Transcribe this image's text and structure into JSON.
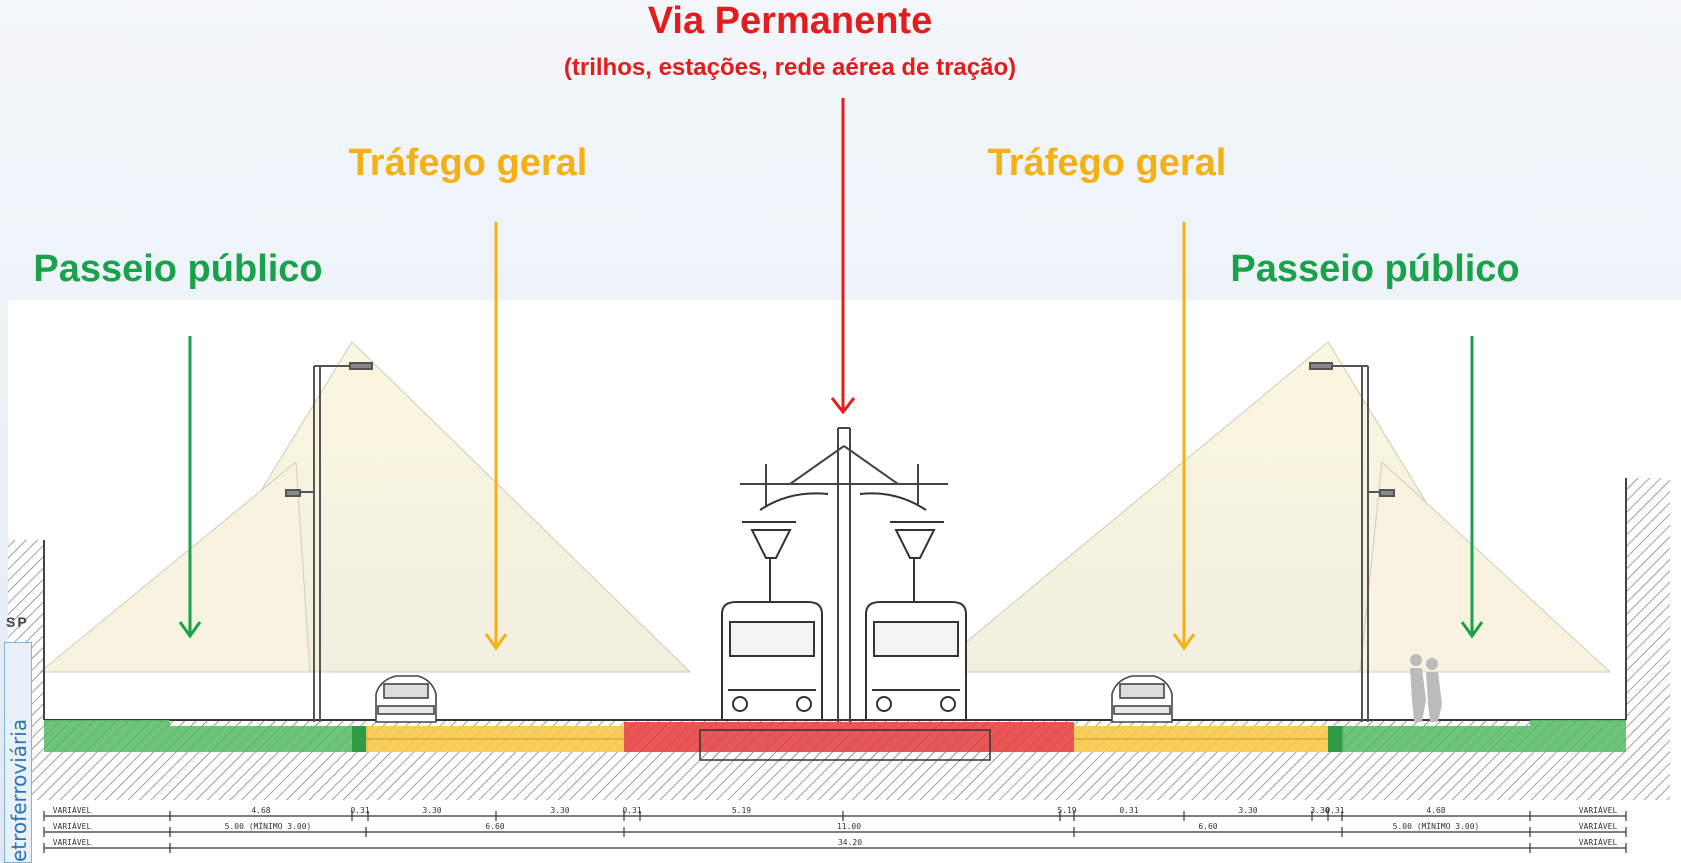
{
  "labels": {
    "via_permanente": "Via Permanente",
    "via_permanente_sub": "(trilhos, estações, rede aérea de tração)",
    "trafego_left": "Tráfego geral",
    "trafego_right": "Tráfego geral",
    "passeio_left": "Passeio público",
    "passeio_right": "Passeio público"
  },
  "side_logo": {
    "text": "SP",
    "vertical_text": "etroferroviária"
  },
  "dimensions": {
    "row1": [
      "VARIÁVEL",
      "4.68",
      "0.31",
      "3.30",
      "3.30",
      "0.31",
      "5.19",
      "5.19",
      "0.31",
      "3.30",
      "3.30",
      "0.31",
      "4.68",
      "VARIÁVEL"
    ],
    "row2": [
      "VARIÁVEL",
      "5.00 (MÍNIMO 3.00)",
      "6.60",
      "11.00",
      "6.60",
      "5.00 (MÍNIMO 3.00)",
      "VARIÁVEL"
    ],
    "row3": [
      "VARIÁVEL",
      "34.20",
      "VARIÁVEL"
    ]
  },
  "colors": {
    "red": "#e31c1c",
    "yellow": "#f5b014",
    "green": "#1aa24a",
    "green_fill": "#5cc06a",
    "yellow_fill": "#f7c84a",
    "red_fill": "#e84040"
  }
}
